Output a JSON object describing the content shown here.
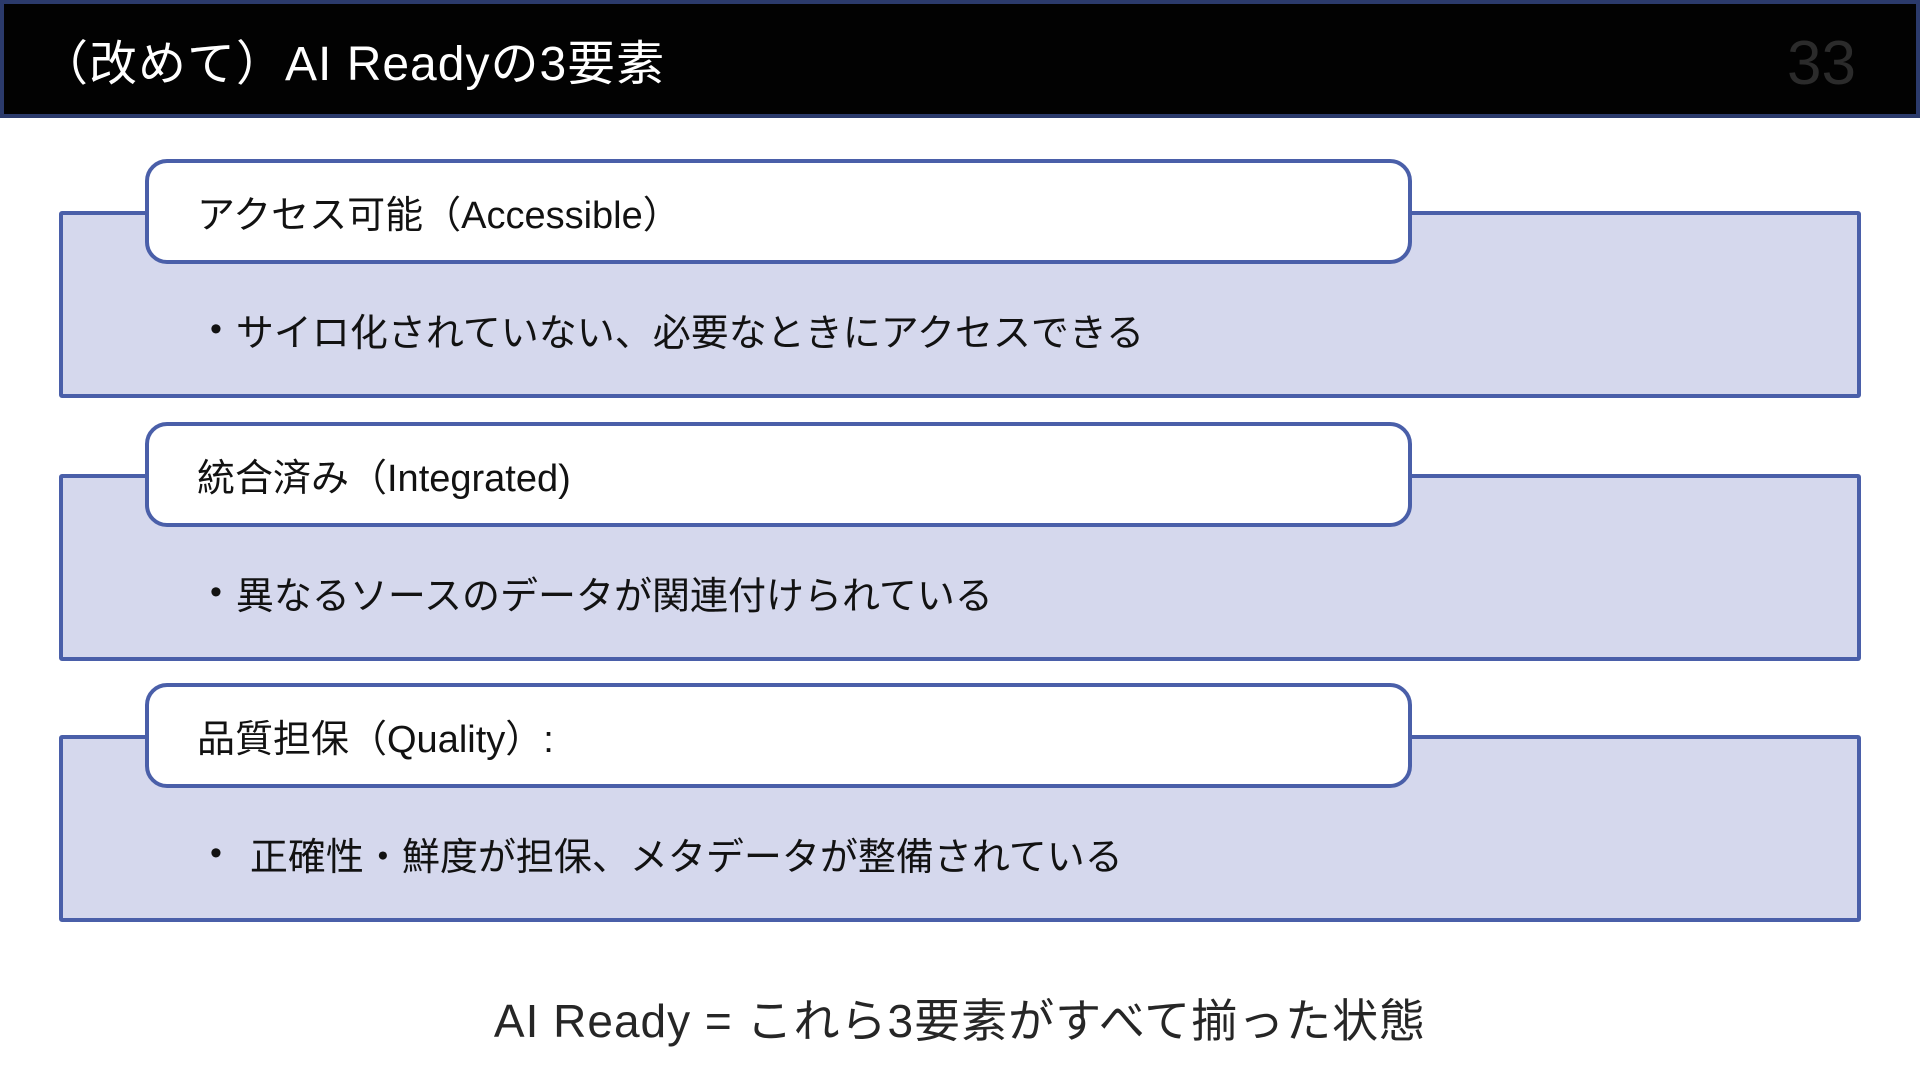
{
  "header": {
    "title": "（改めて）AI Readyの3要素",
    "page_number": "33"
  },
  "sections": [
    {
      "heading": "アクセス可能（Accessible）",
      "bullet": "サイロ化されていない、必要なときにアクセスできる"
    },
    {
      "heading": "統合済み（Integrated)",
      "bullet": "異なるソースのデータが関連付けられている"
    },
    {
      "heading": "品質担保（Quality）:",
      "bullet": "正確性・鮮度が担保、メタデータが整備されている"
    }
  ],
  "footer": {
    "summary": "AI Ready = これら3要素がすべて揃った状態"
  },
  "bullet_glyph": "•",
  "colors": {
    "titlebar_fill": "#020202",
    "titlebar_border": "#2B3A6B",
    "title_text": "#FFFFFF",
    "page_number": "#2B2B2B",
    "box_border": "#4A5FA9",
    "panel_fill": "#D5D8ED",
    "body_text": "#121212",
    "footer_text": "#262626",
    "background": "#FFFFFF"
  }
}
